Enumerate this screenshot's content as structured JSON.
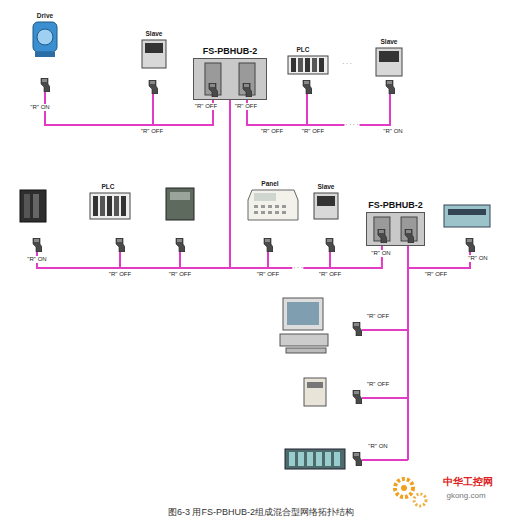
{
  "diagram": {
    "caption": "图6-3 用FS-PBHUB-2组成混合型网络拓扑结构",
    "nodes": [
      {
        "text": [
          "FS-PBHUB-2"
        ]
      },
      {
        "text": [
          "FS-PBHUB-2"
        ]
      }
    ],
    "edges": [
      {
        "from": 0,
        "to": 1,
        "arrow": "none"
      }
    ],
    "labels": [
      "Drive",
      "Slave",
      "PLC",
      "· · ·",
      "Slave",
      "\"R\" ON",
      "\"R\" OFF",
      "\"R\" OFF",
      "\"R\" OFF",
      "\"R\" OFF",
      "\"R\" OFF",
      "· · · ·",
      "\"R\" ON",
      "PLC",
      "Panel",
      "Slave",
      "\"R\" ON",
      "\"R\" OFF",
      "\"R\" OFF",
      "· · ·",
      "\"R\" OFF",
      "\"R\" OFF",
      "\"R\" ON",
      "\"R\" OFF",
      "\"R\" ON",
      "\"R\" OFF",
      "\"R\" OFF",
      "\"R\" ON",
      "中华工控网",
      "gkong.com"
    ]
  }
}
